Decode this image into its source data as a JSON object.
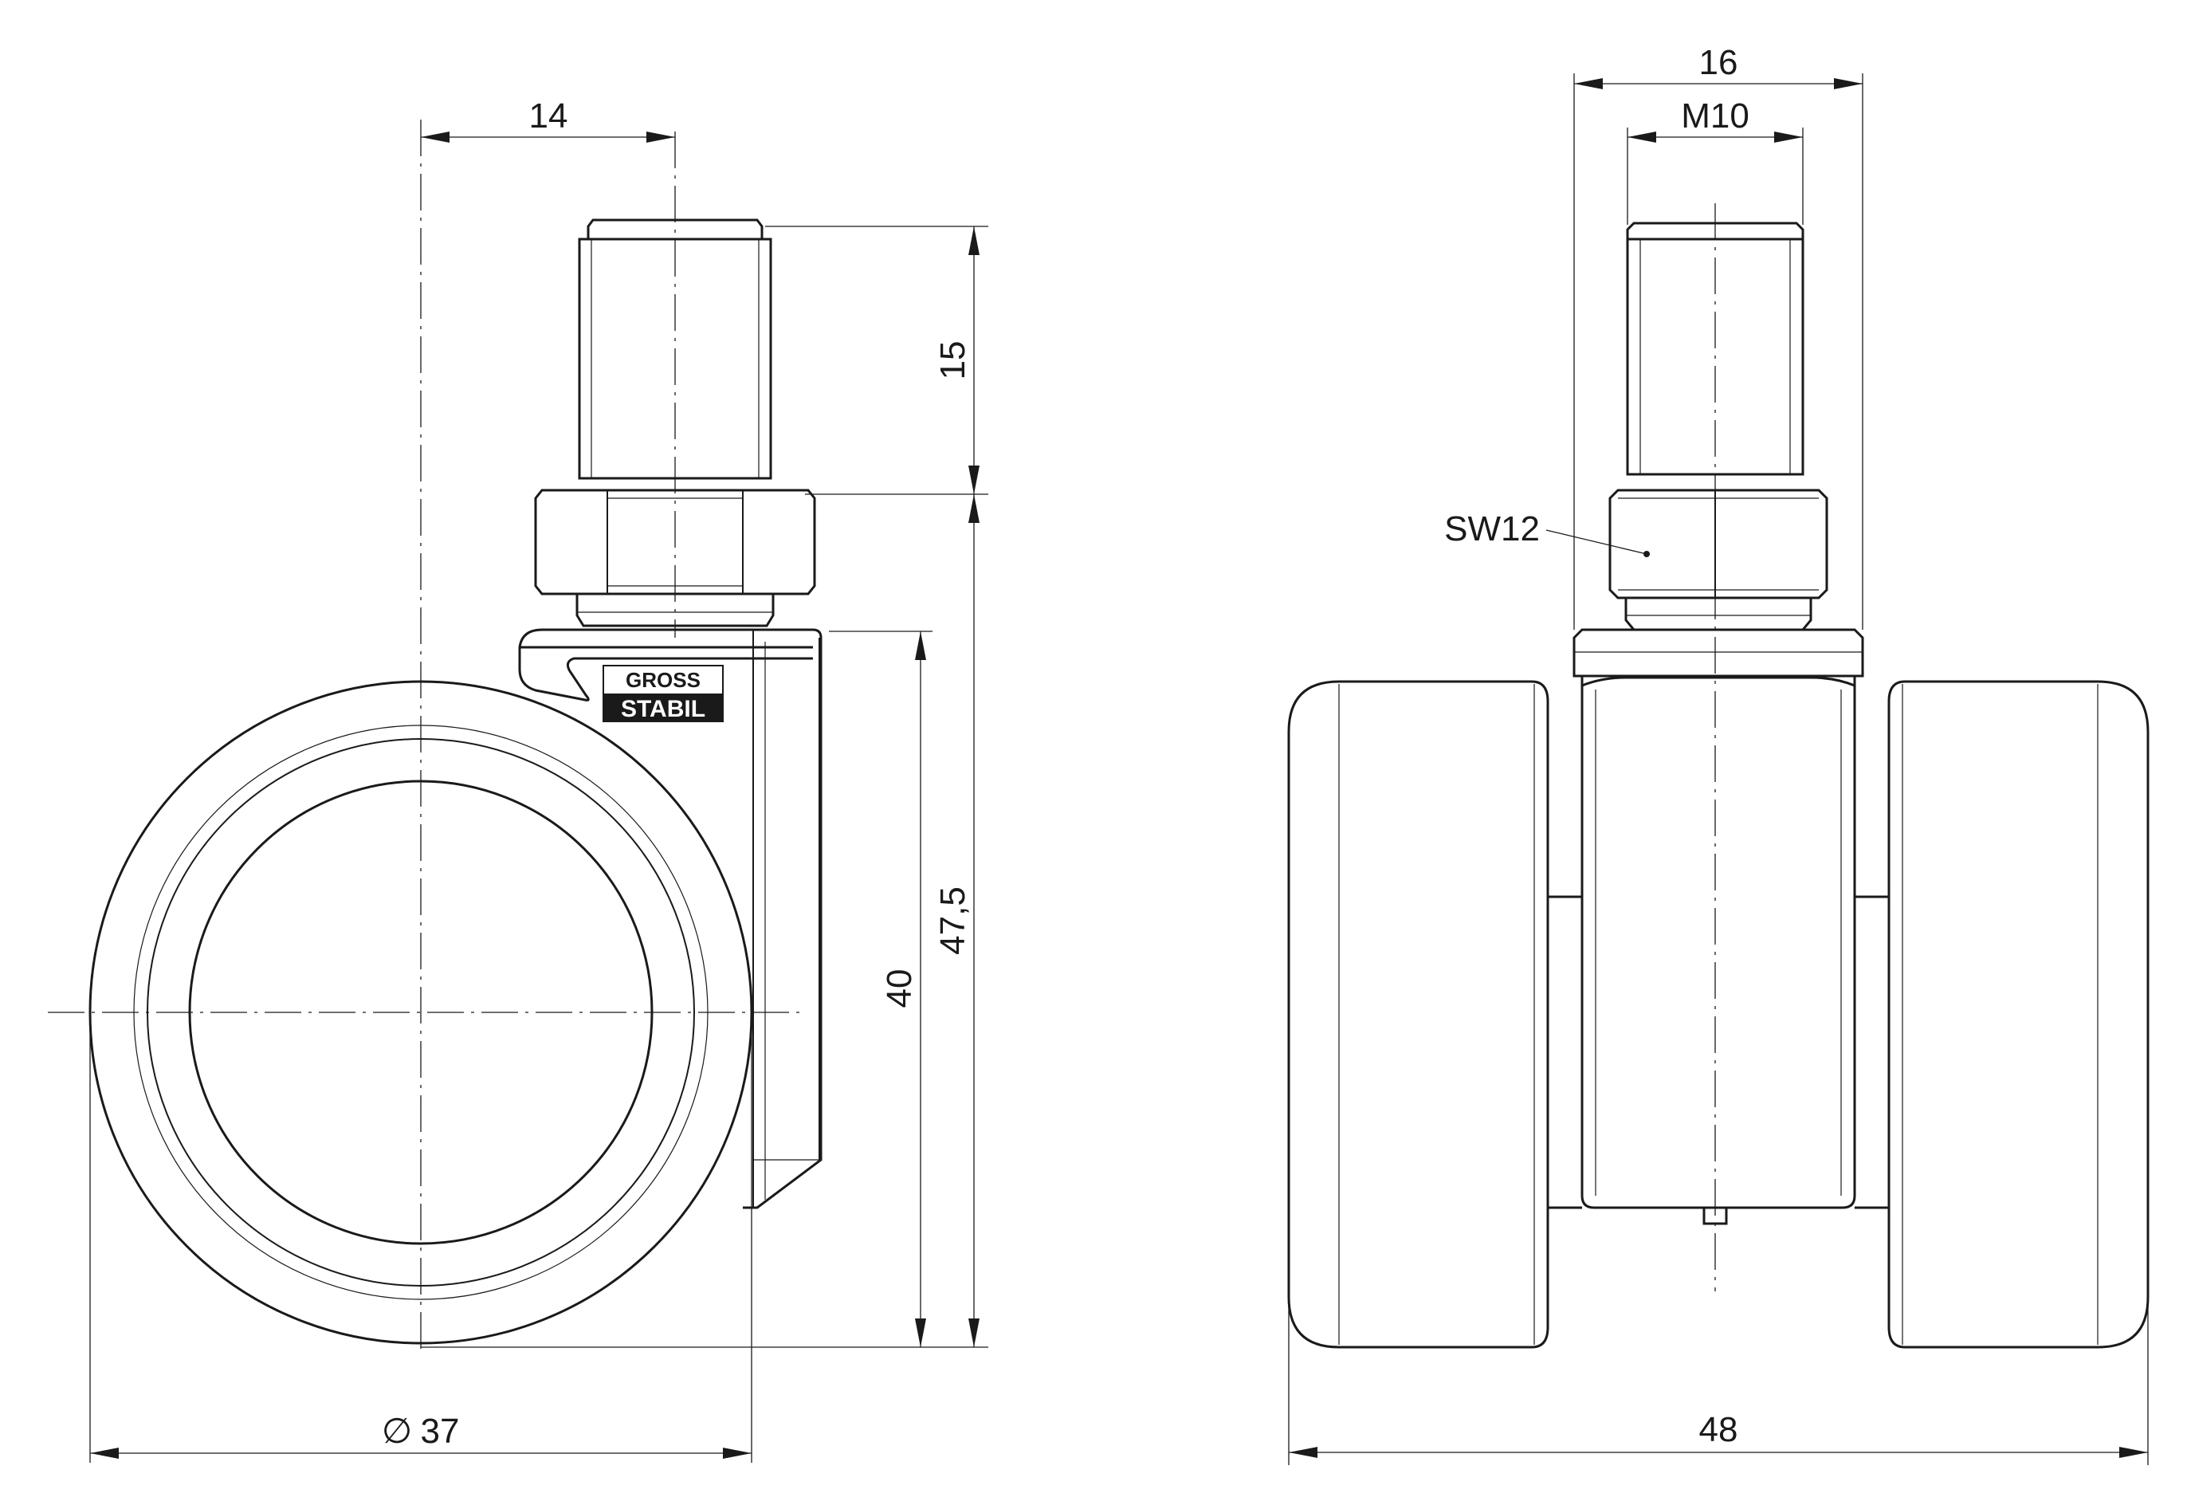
{
  "side_view": {
    "stem_width": "14",
    "stem_length": "15",
    "total_height": "47,5",
    "wheel_height": "40",
    "wheel_diameter": "37",
    "diameter_symbol": "∅"
  },
  "front_view": {
    "nut_width": "16",
    "thread": "M10",
    "wrench_size": "SW12",
    "overall_width": "48"
  },
  "logo": {
    "top_text": "GROSS",
    "bottom_text": "STABIL"
  }
}
